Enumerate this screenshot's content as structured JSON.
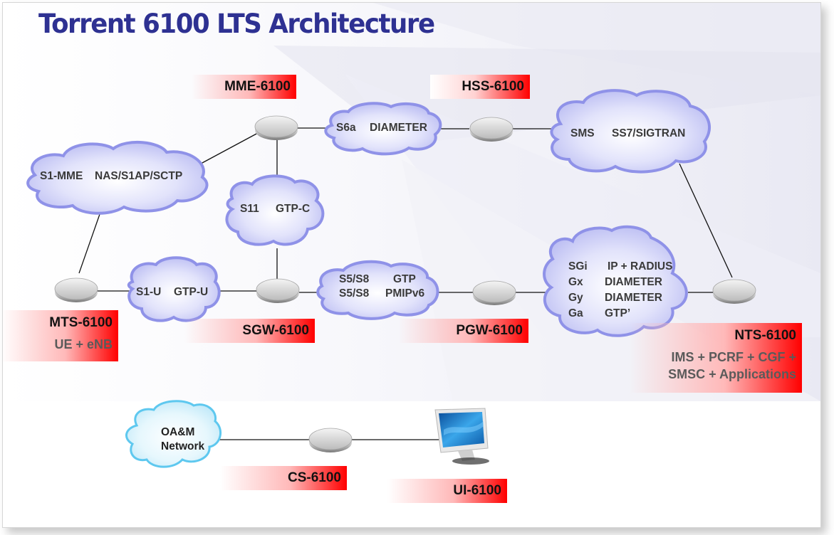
{
  "title": "Torrent 6100 LTS Architecture",
  "colors": {
    "title": "#2e3192",
    "label_red": "#ff0000",
    "cloud_fill": "#c9caf6",
    "cloud_stroke": "#8f92e8",
    "oam_cloud_fill": "#d4f1fc",
    "oam_cloud_stroke": "#5ec8ef"
  },
  "nodes": {
    "mme": {
      "label": "MME-6100",
      "icon": "server-node-icon"
    },
    "hss": {
      "label": "HSS-6100",
      "icon": "server-node-icon"
    },
    "mts": {
      "label": "MTS-6100",
      "sub": "UE + eNB",
      "icon": "server-node-icon"
    },
    "sgw": {
      "label": "SGW-6100",
      "icon": "server-node-icon"
    },
    "pgw": {
      "label": "PGW-6100",
      "icon": "server-node-icon"
    },
    "nts": {
      "label": "NTS-6100",
      "sub_line1": "IMS + PCRF + CGF +",
      "sub_line2": "SMSC + Applications",
      "icon": "server-node-icon"
    },
    "cs": {
      "label": "CS-6100",
      "icon": "server-node-icon"
    },
    "ui": {
      "label": "UI-6100",
      "icon": "monitor-icon"
    }
  },
  "interfaces": {
    "s1mme": {
      "iface": "S1-MME",
      "proto": "NAS/S1AP/SCTP"
    },
    "s6a": {
      "iface": "S6a",
      "proto": "DIAMETER"
    },
    "sms": {
      "iface": "SMS",
      "proto": "SS7/SIGTRAN"
    },
    "s11": {
      "iface": "S11",
      "proto": "GTP-C"
    },
    "s1u": {
      "iface": "S1-U",
      "proto": "GTP-U"
    },
    "s5s8": {
      "line1_iface": "S5/S8",
      "line1_proto": "GTP",
      "line2_iface": "S5/S8",
      "line2_proto": "PMIPv6"
    },
    "sgi": {
      "rows": [
        {
          "iface": "SGi",
          "proto": "IP + RADIUS"
        },
        {
          "iface": "Gx",
          "proto": "DIAMETER"
        },
        {
          "iface": "Gy",
          "proto": "DIAMETER"
        },
        {
          "iface": "Ga",
          "proto": "GTP’"
        }
      ]
    },
    "oam": {
      "line1": "OA&M",
      "line2": "Network"
    }
  }
}
